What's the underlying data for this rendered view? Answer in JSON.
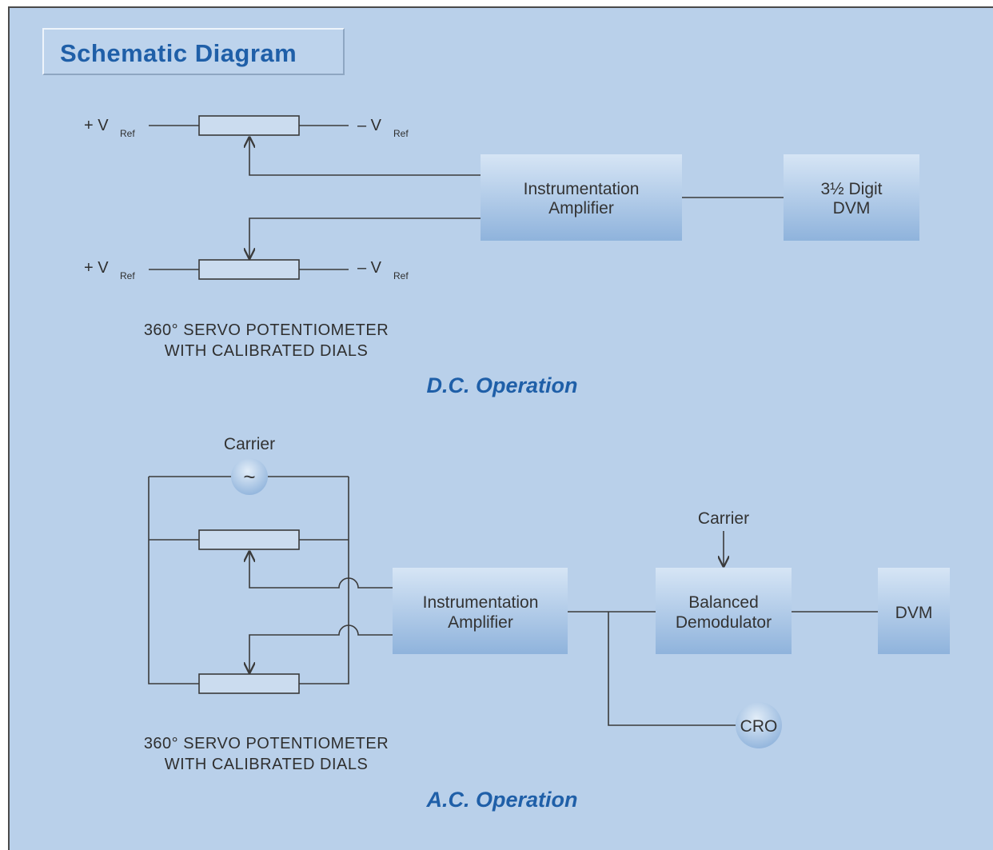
{
  "title": "Schematic Diagram",
  "dc": {
    "vref_plus": "+ V",
    "vref_minus": "– V",
    "ref_sub_top": "Ref",
    "ref_sub_bottom": "Ref",
    "amplifier_line1": "Instrumentation",
    "amplifier_line2": "Amplifier",
    "dvm_line1": "3½ Digit",
    "dvm_line2": "DVM",
    "pot_caption_line1": "360° SERVO POTENTIOMETER",
    "pot_caption_line2": "WITH CALIBRATED DIALS",
    "operation_label": "D.C. Operation"
  },
  "ac": {
    "carrier_label": "Carrier",
    "carrier_symbol": "~",
    "amplifier_line1": "Instrumentation",
    "amplifier_line2": "Amplifier",
    "demod_carrier_label": "Carrier",
    "demod_line1": "Balanced",
    "demod_line2": "Demodulator",
    "dvm_label": "DVM",
    "cro_label": "CRO",
    "pot_caption_line1": "360° SERVO POTENTIOMETER",
    "pot_caption_line2": "WITH CALIBRATED DIALS",
    "operation_label": "A.C. Operation"
  },
  "colors": {
    "background": "#b9d0ea",
    "title_text": "#1f5fa8",
    "operation_text": "#1f5fa8",
    "block_top": "#d6e5f5",
    "block_bottom": "#8fb3dc"
  }
}
